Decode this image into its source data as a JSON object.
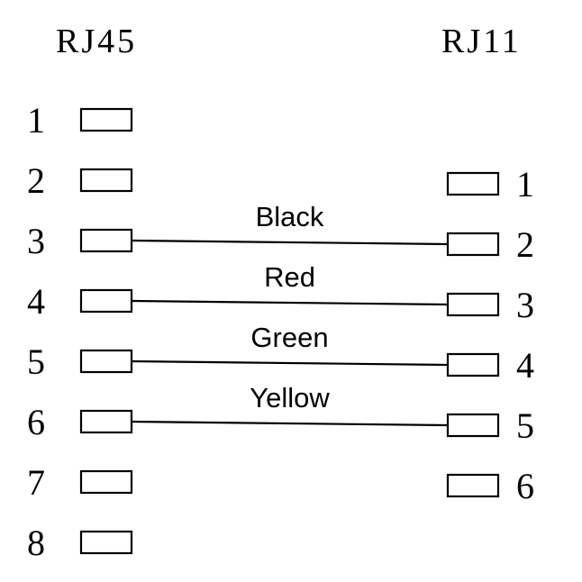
{
  "connectors": {
    "left": {
      "title": "RJ45",
      "pins": [
        "1",
        "2",
        "3",
        "4",
        "5",
        "6",
        "7",
        "8"
      ]
    },
    "right": {
      "title": "RJ11",
      "pins": [
        "1",
        "2",
        "3",
        "4",
        "5",
        "6"
      ]
    }
  },
  "wires": [
    {
      "label": "Black",
      "from_pin": 3,
      "to_pin": 2
    },
    {
      "label": "Red",
      "from_pin": 4,
      "to_pin": 3
    },
    {
      "label": "Green",
      "from_pin": 5,
      "to_pin": 4
    },
    {
      "label": "Yellow",
      "from_pin": 6,
      "to_pin": 5
    }
  ]
}
